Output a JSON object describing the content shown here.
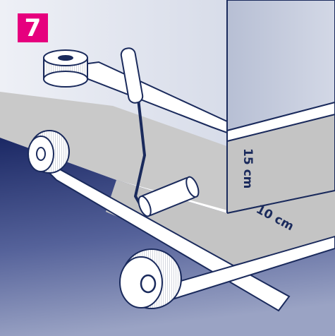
{
  "step": {
    "number": "7"
  },
  "dimensions": {
    "height_label": "15 cm",
    "width_label": "10 cm"
  },
  "colors": {
    "badge": "#e6007e",
    "outline": "#1a2a5c",
    "wall_light": "#dfe4ef",
    "wall_shade": "#b9c2d6",
    "floor_dark": "#1e2c68",
    "floor_light": "#c5cbdc",
    "tape": "#ffffff",
    "primer_area": "#c4c4c4"
  },
  "icons": [
    "tape-roll-icon",
    "paint-roller-icon"
  ]
}
